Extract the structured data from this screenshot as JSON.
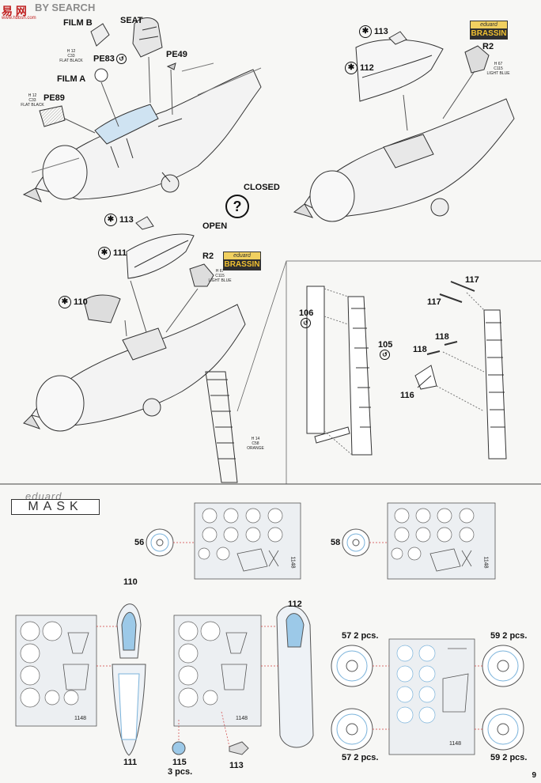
{
  "watermark": {
    "brand": "BY SEARCH",
    "cn": "易 网",
    "url": "www.hbbsh.com"
  },
  "labels": {
    "film_b": "FILM B",
    "seat": "SEAT",
    "film_a": "FILM A",
    "pe83": "PE83",
    "pe49": "PE49",
    "pe89": "PE89",
    "closed": "CLOSED",
    "open": "OPEN",
    "r2_top": "R2",
    "r2_mid": "R2",
    "p113_top": "113",
    "p112": "112",
    "p113_mid": "113",
    "p111": "111",
    "p110": "110",
    "p106": "106",
    "p105": "105",
    "p117a": "117",
    "p117b": "117",
    "p118a": "118",
    "p118b": "118",
    "p116": "116"
  },
  "paint": {
    "h12_film": "H 12\nC33\nFLAT BLACK",
    "h12_pe89": "H 12\nC33\nFLAT BLACK",
    "h67_top": "H 67\nC115\nLIGHT BLUE",
    "h67_mid": "H 67\nC115\nLIGHT BLUE",
    "h14": "H 14\nC58\nORANGE"
  },
  "brassin": {
    "top": "eduard",
    "bottom": "BRASSIN"
  },
  "question": "?",
  "mask_logo": {
    "top": "eduard",
    "bottom": "MASK"
  },
  "masks": {
    "m56": "56",
    "m58": "58",
    "m110": "110",
    "m111": "111",
    "m112": "112",
    "m115": "115",
    "m115_qty": "3 pcs.",
    "m113": "113",
    "m57a": "57  2 pcs.",
    "m57b": "57  2 pcs.",
    "m59a": "59  2 pcs.",
    "m59b": "59  2 pcs."
  },
  "sheet_code": "1148",
  "page_number": "9",
  "colors": {
    "mask_blue": "#9cc9e8",
    "line": "#333333",
    "dash": "#d04040"
  }
}
